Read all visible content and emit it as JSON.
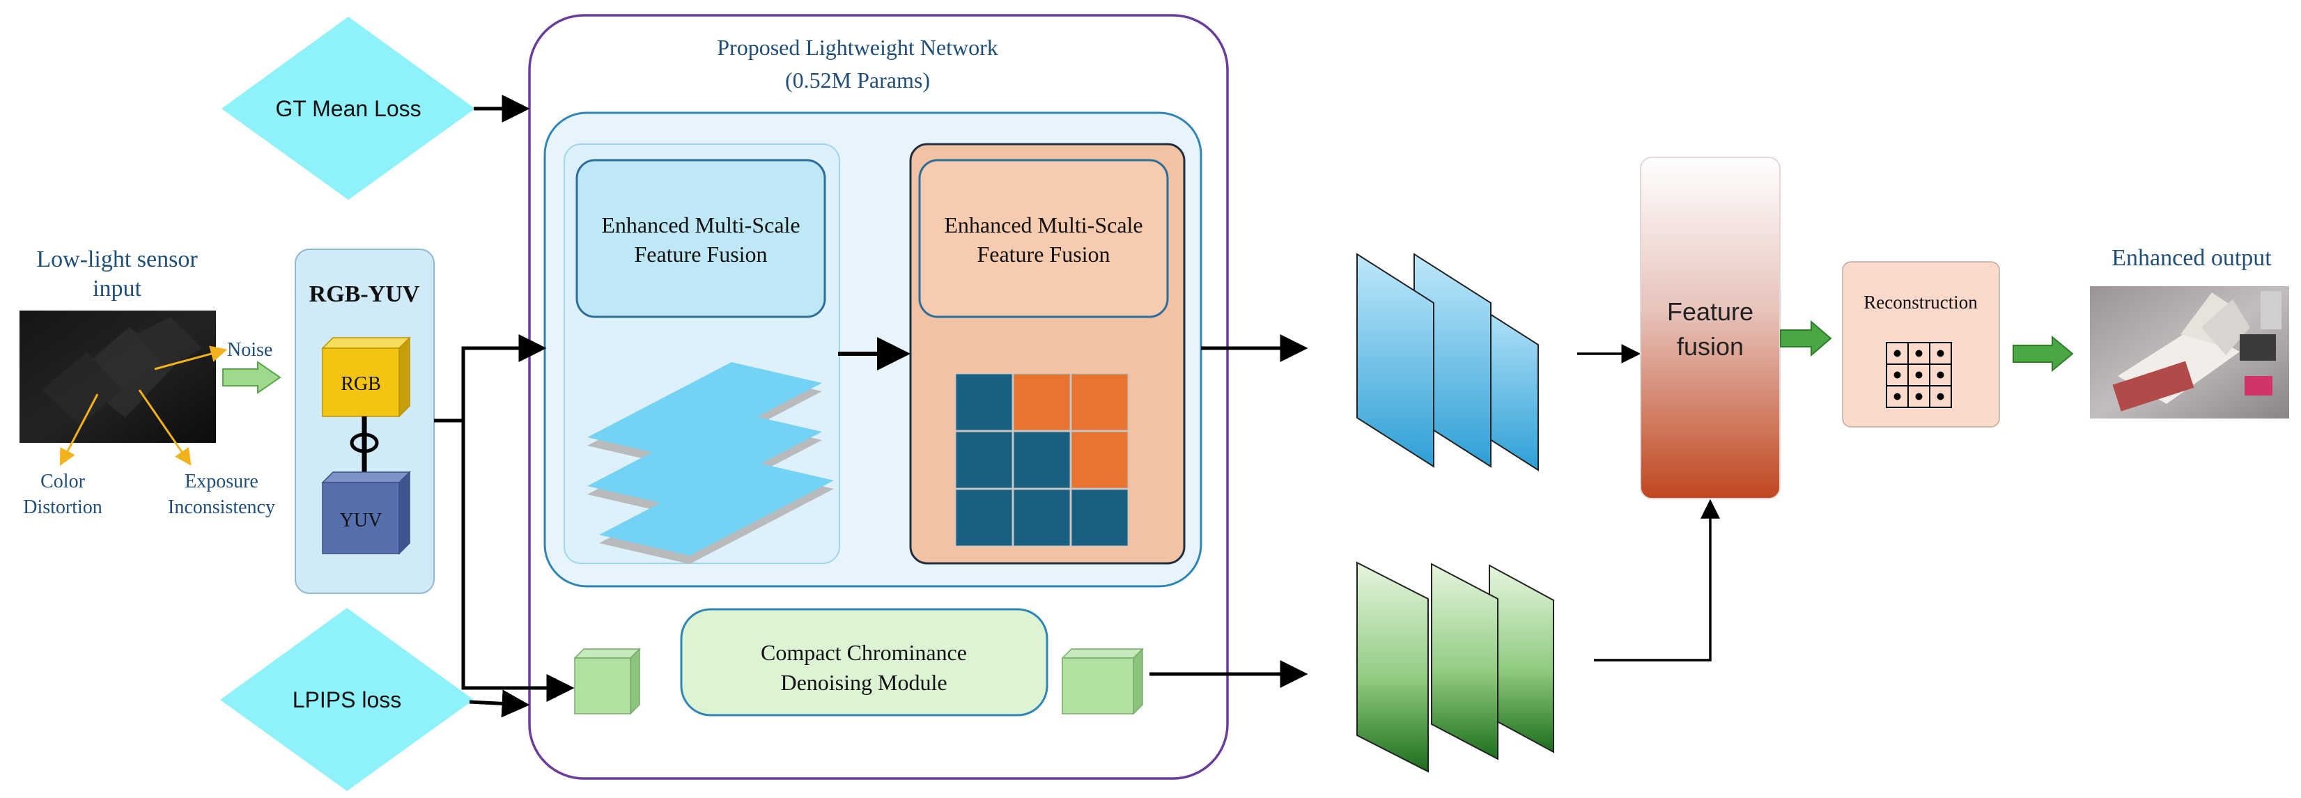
{
  "colors": {
    "network_border": "#6a3d9a",
    "label_blue": "#1f4e79",
    "annotation_yellow": "#f2b21b",
    "arrow_green": "#3d9c3a",
    "dark_tile": "#185f80",
    "orange_tile": "#e8742f"
  },
  "input": {
    "title_line1": "Low-light sensor",
    "title_line2": "input",
    "noise_label": "Noise",
    "color_distortion_line1": "Color",
    "color_distortion_line2": "Distortion",
    "exposure_line1": "Exposure",
    "exposure_line2": "Inconsistency"
  },
  "conversion": {
    "title": "RGB-YUV",
    "rgb_label": "RGB",
    "yuv_label": "YUV"
  },
  "losses": {
    "gt_mean": "GT Mean Loss",
    "lpips": "LPIPS loss"
  },
  "network": {
    "title_line1": "Proposed Lightweight Network",
    "title_line2": "(0.52M Params)",
    "msff_left_line1": "Enhanced Multi-Scale",
    "msff_left_line2": "Feature Fusion",
    "msff_right_line1": "Enhanced Multi-Scale",
    "msff_right_line2": "Feature Fusion",
    "chroma_line1": "Compact Chrominance",
    "chroma_line2": "Denoising Module",
    "grid_pattern": [
      "dark",
      "orange",
      "orange",
      "dark",
      "dark",
      "orange",
      "dark",
      "dark",
      "dark"
    ]
  },
  "fusion": {
    "title_line1": "Feature",
    "title_line2": "fusion"
  },
  "reconstruction": {
    "title": "Reconstruction"
  },
  "output": {
    "title": "Enhanced output"
  }
}
